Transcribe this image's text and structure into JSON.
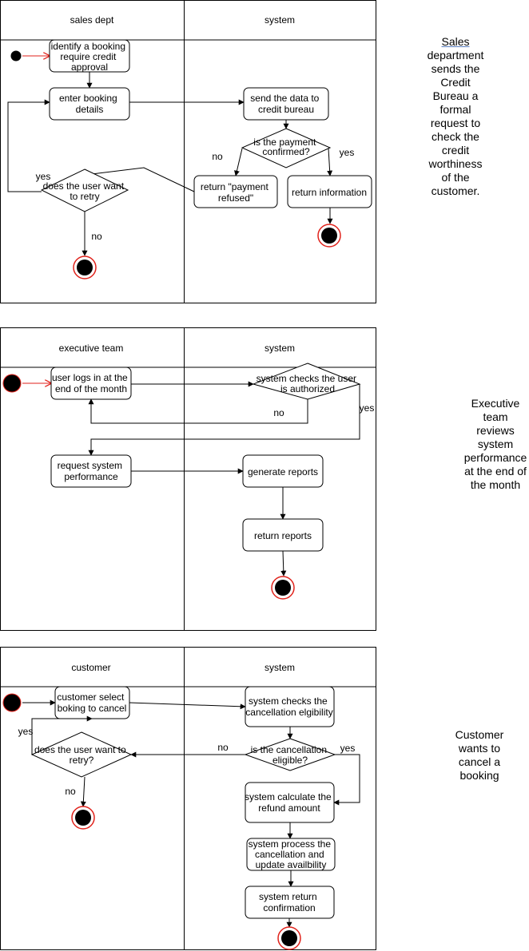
{
  "colors": {
    "stroke": "#000000",
    "start_node": "#000000",
    "start_arrow": "#e0221b",
    "end_ring": "#e0221b",
    "background": "#ffffff"
  },
  "diagrams": [
    {
      "lanes": [
        "sales dept",
        "system"
      ],
      "nodes": {
        "identify": [
          "identify a booking",
          "require credit",
          "approval"
        ],
        "enter": [
          "enter booking",
          "details"
        ],
        "retry": [
          "does the user want",
          "to retry"
        ],
        "send": [
          "send the data to",
          "credit bureau"
        ],
        "payment": [
          "is the payment",
          "confirmed?"
        ],
        "refused": [
          "return \"payment",
          "refused\""
        ],
        "info": [
          "return information"
        ]
      },
      "labels": {
        "no": "no",
        "yes": "yes",
        "retry_yes": "yes",
        "retry_no": "no"
      }
    },
    {
      "lanes": [
        "executive team",
        "system"
      ],
      "nodes": {
        "logs": [
          "user logs in at the",
          "end of the month"
        ],
        "request": [
          "request system",
          "performance"
        ],
        "checks": [
          "system checks the user",
          "is authorized"
        ],
        "generate": [
          "generate reports"
        ],
        "returnr": [
          "return reports"
        ]
      },
      "labels": {
        "no": "no",
        "yes": "yes"
      }
    },
    {
      "lanes": [
        "customer",
        "system"
      ],
      "nodes": {
        "select": [
          "customer select",
          "boking to cancel"
        ],
        "retry": [
          "does the user want to",
          "retry?"
        ],
        "elig": [
          "system checks the",
          "cancellation elgibility"
        ],
        "iselig": [
          "is the cancellation",
          "eligible?"
        ],
        "calc": [
          "system calculate the",
          "refund amount"
        ],
        "process": [
          "system process the",
          "cancellation and",
          "update availbility"
        ],
        "confirm": [
          "system return",
          "confirmation"
        ]
      },
      "labels": {
        "yes_left": "yes",
        "no_left": "no",
        "no_mid": "no",
        "yes_right": "yes"
      }
    }
  ],
  "notes": [
    [
      "Sales",
      "department",
      "sends the",
      "Credit",
      "Bureau a",
      "formal",
      "request to",
      "check the",
      "credit",
      "worthiness",
      "of the",
      "customer."
    ],
    [
      "Executive",
      "team",
      "reviews",
      "system",
      "performance",
      "at the end of",
      "the month"
    ],
    [
      "Customer",
      "wants to",
      "cancel a",
      "booking"
    ]
  ]
}
